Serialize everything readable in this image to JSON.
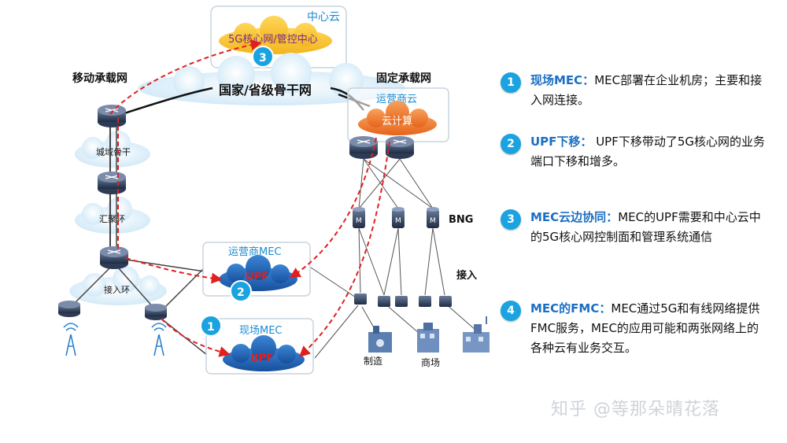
{
  "labels": {
    "center_cloud": "中心云",
    "core_ctrl": "5G核心网/管控中心",
    "backbone": "国家/省级骨干网",
    "mobile_bearer": "移动承载网",
    "fixed_bearer": "固定承载网",
    "operator_cloud": "运营商云",
    "cloud_compute": "云计算",
    "metro_backbone": "城域骨干",
    "aggregation_ring": "汇聚环",
    "access_ring": "接入环",
    "operator_mec": "运营商MEC",
    "onsite_mec": "现场MEC",
    "upf": "UPF",
    "bng": "BNG",
    "access": "接入",
    "manufacturing": "制造",
    "mall": "商场",
    "badge1": "1",
    "badge2": "2",
    "badge3": "3"
  },
  "colors": {
    "accent_blue": "#1aa3e0",
    "heading_blue": "#1b6fc2",
    "dashed_red": "#e02020",
    "orange_cloud": "#f47b20",
    "yellow_cloud": "#f7c531",
    "mec_cloud": "#1b66b8"
  },
  "descriptions": [
    {
      "num": "1",
      "head": "现场MEC：",
      "text": "MEC部署在企业机房；主要和接入网连接。"
    },
    {
      "num": "2",
      "head": "UPF下移：",
      "text": " UPF下移带动了5G核心网的业务端口下移和增多。"
    },
    {
      "num": "3",
      "head": "MEC云边协同：",
      "text": "MEC的UPF需要和中心云中的5G核心网控制面和管理系统通信"
    },
    {
      "num": "4",
      "head": "MEC的FMC：",
      "text": "MEC通过5G和有线网络提供FMC服务，MEC的应用可能和两张网络上的各种云有业务交互。"
    }
  ],
  "watermark": "知乎 @等那朵晴花落"
}
